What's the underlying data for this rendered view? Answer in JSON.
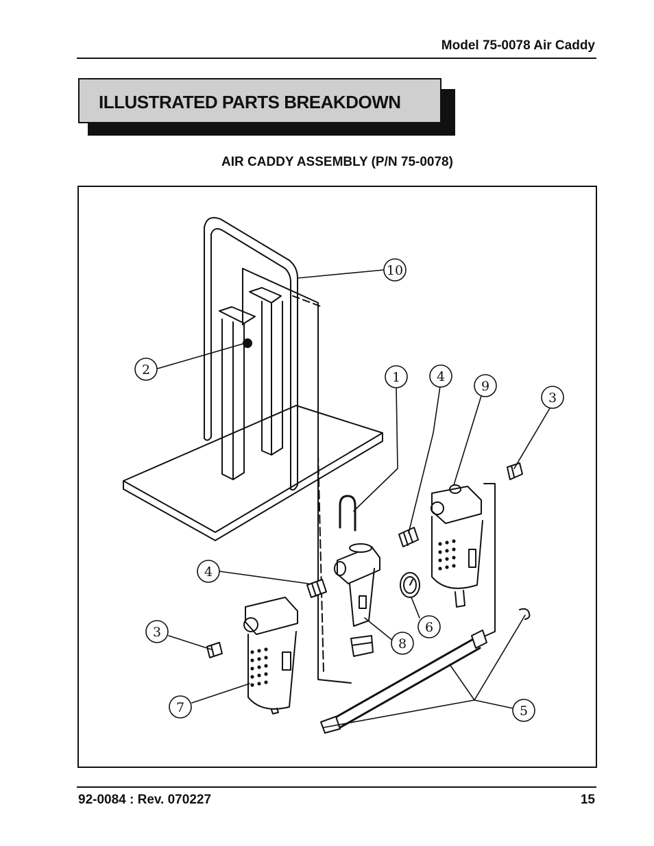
{
  "header": {
    "model_title": "Model 75-0078 Air Caddy"
  },
  "banner": {
    "title": "ILLUSTRATED PARTS BREAKDOWN"
  },
  "figure": {
    "title": "AIR CADDY ASSEMBLY (P/N 75-0078)",
    "callouts": [
      "10",
      "2",
      "1",
      "4",
      "9",
      "3",
      "4",
      "6",
      "3",
      "8",
      "7",
      "5"
    ]
  },
  "footer": {
    "doc_rev": "92-0084 : Rev. 070227",
    "page_number": "15"
  }
}
